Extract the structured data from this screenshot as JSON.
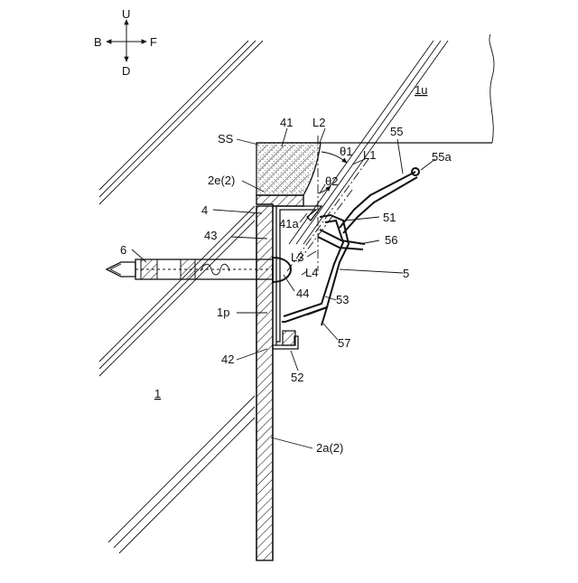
{
  "compass": {
    "up": "U",
    "down": "D",
    "back": "B",
    "front": "F"
  },
  "labels": {
    "main_body": "1",
    "upper_body": "1u",
    "SS": "SS",
    "n41": "41",
    "L2": "L2",
    "theta1": "θ1",
    "L1": "L1",
    "n55": "55",
    "n55a": "55a",
    "n2e": "2e(2)",
    "theta2": "θ2",
    "n4": "4",
    "n41a": "41a",
    "n51": "51",
    "n43": "43",
    "n56": "56",
    "n6": "6",
    "L3": "L3",
    "L4": "L4",
    "n5": "5",
    "n44": "44",
    "n53": "53",
    "n1p": "1p",
    "n57": "57",
    "n42": "42",
    "n52": "52",
    "n2a": "2a(2)"
  }
}
